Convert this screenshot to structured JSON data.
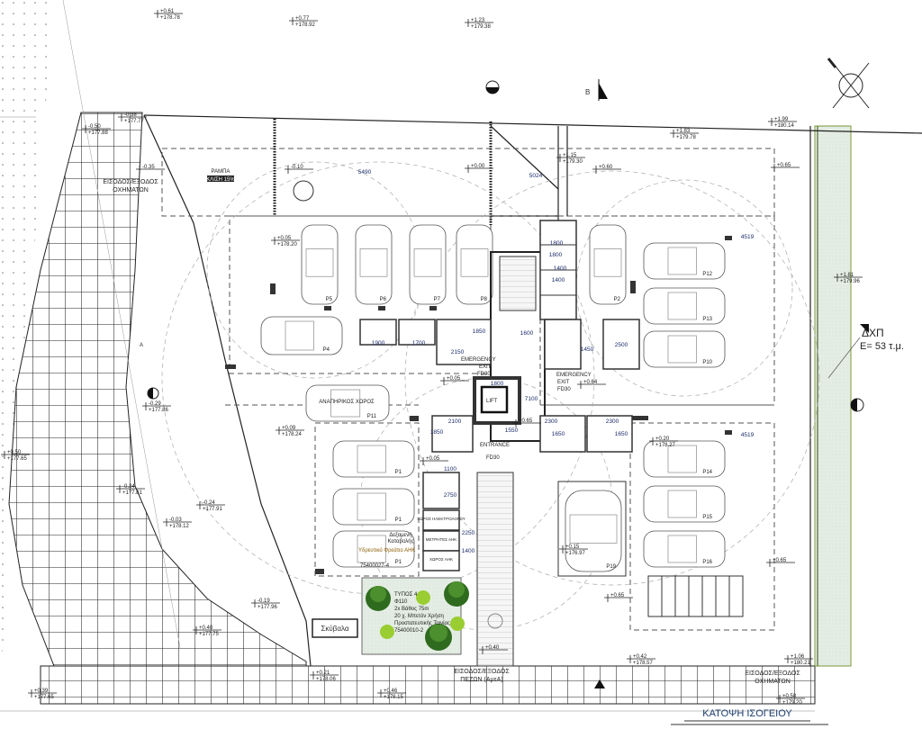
{
  "drawing": {
    "title": "ΚΑΤΟΨΗ ΙΣΟΓΕΙΟΥ",
    "vehicle_entrance_left": [
      "ΕΙΣΟΔΟΣ/ΕΞΟΔΟΣ",
      "ΟΧΗΜΑΤΩΝ"
    ],
    "vehicle_entrance_right": [
      "ΕΙΣΟΔΟΣ/ΕΞΟΔΟΣ",
      "ΟΧΗΜΑΤΩΝ"
    ],
    "pedestrian_entrance": [
      "ΕΙΣΟΔΟΣ/ΕΞΟΔΟΣ",
      "ΠΕΖΩΝ (ΑμεΑ)"
    ],
    "ramp_label": "ΡΑΜΠΑ",
    "ramp_slope": "ΚΛΙΣΗ 15%",
    "refuse_label": "Σκύβαλα",
    "green_area": {
      "code": "ΔΧΠ",
      "area": "E= 53 τ.μ."
    },
    "section_marks": {
      "b": "B",
      "a": "A"
    },
    "emergency_exit_1": [
      "EMERGENCY",
      "EXIT",
      "FD30"
    ],
    "emergency_exit_2": [
      "EMERGENCY",
      "EXIT",
      "FD30"
    ],
    "entrance": [
      "ENTRANCE",
      "FD30"
    ],
    "lift": "LIFT",
    "handicap_parking": "ΑΝΑΠΗΡΙΚΟΣ ΧΩΡΟΣ",
    "electrical_room": "ΧΩΡΟΣ ΗΛΕΚΤΡΟΛΟΓΟΥ",
    "meters": "ΜΕΤΡΗΤΕΣ ΑΗΚ",
    "ahk_room": "ΧΩΡΟΣ ΑΗΚ",
    "tank": [
      "Δεξαμενή",
      "Καταβολής"
    ],
    "water_note": [
      "Υδρευτικό Φρεάτιο ΑΗΚ",
      "75400027-4"
    ],
    "garden_note": [
      "ΤΥΠΟΣ 4",
      "Φ110",
      "2x Βάθος 75m",
      "20 χ. Μπετόν Χρήση",
      "Προστατευτικής Ταινίας",
      "75400010-2"
    ],
    "parking_labels": [
      "P5",
      "P6",
      "P7",
      "P8",
      "P2",
      "P4",
      "P11",
      "P1",
      "P1",
      "P1",
      "P12",
      "P13",
      "P10",
      "P14",
      "P15",
      "P16",
      "P19"
    ],
    "dimensions": [
      "5490",
      "5024",
      "4519",
      "4519",
      "7100",
      "1800",
      "1850",
      "1600",
      "2150",
      "1400",
      "1450",
      "2500",
      "1900",
      "1700",
      "2100",
      "1850",
      "1550",
      "2300",
      "1650",
      "2300",
      "1650",
      "2750",
      "1100",
      "2250",
      "1400",
      "1800",
      "1800",
      "1400"
    ],
    "levels": [
      [
        "+0.61",
        "+178.78"
      ],
      [
        "+0.77",
        "+178.92"
      ],
      [
        "+1.23",
        "+179.38"
      ],
      [
        "-0.50",
        "+177.88"
      ],
      [
        "-0.38",
        "+177.77"
      ],
      [
        "-0.35",
        ""
      ],
      [
        "-0.10",
        ""
      ],
      [
        "+0.00",
        ""
      ],
      [
        "+1.15",
        "+179.30"
      ],
      [
        "+0.60",
        ""
      ],
      [
        "+1.83",
        "+179.78"
      ],
      [
        "+1.99",
        "+180.14"
      ],
      [
        "+0.65",
        ""
      ],
      [
        "+1.81",
        "+179.96"
      ],
      [
        "+0.05",
        ""
      ],
      [
        "+0.64",
        ""
      ],
      [
        "+0.65",
        ""
      ],
      [
        "+0.05",
        ""
      ],
      [
        "+0.09",
        "+178.24"
      ],
      [
        "-0.29",
        "+177.86"
      ],
      [
        "+0.50",
        "+177.65"
      ],
      [
        "-0.34",
        "+177.81"
      ],
      [
        "-0.24",
        "+177.91"
      ],
      [
        "-0.03",
        "+178.12"
      ],
      [
        "-0.19",
        "+177.96"
      ],
      [
        "+0.40",
        "+177.75"
      ],
      [
        "+0.39",
        "+177.65"
      ],
      [
        "+0.21",
        "+178.06"
      ],
      [
        "+0.40",
        ""
      ],
      [
        "+0.42",
        "+178.57"
      ],
      [
        "+1.06",
        "+180.21"
      ],
      [
        "+0.58",
        "+179.20"
      ],
      [
        "+0.46",
        "+178.15"
      ],
      [
        "+0.65",
        ""
      ],
      [
        "+0.65",
        ""
      ],
      [
        "+0.20",
        "+178.27"
      ],
      [
        "+0.15",
        "+176.97"
      ],
      [
        "+0.05",
        "+178.20"
      ]
    ]
  }
}
